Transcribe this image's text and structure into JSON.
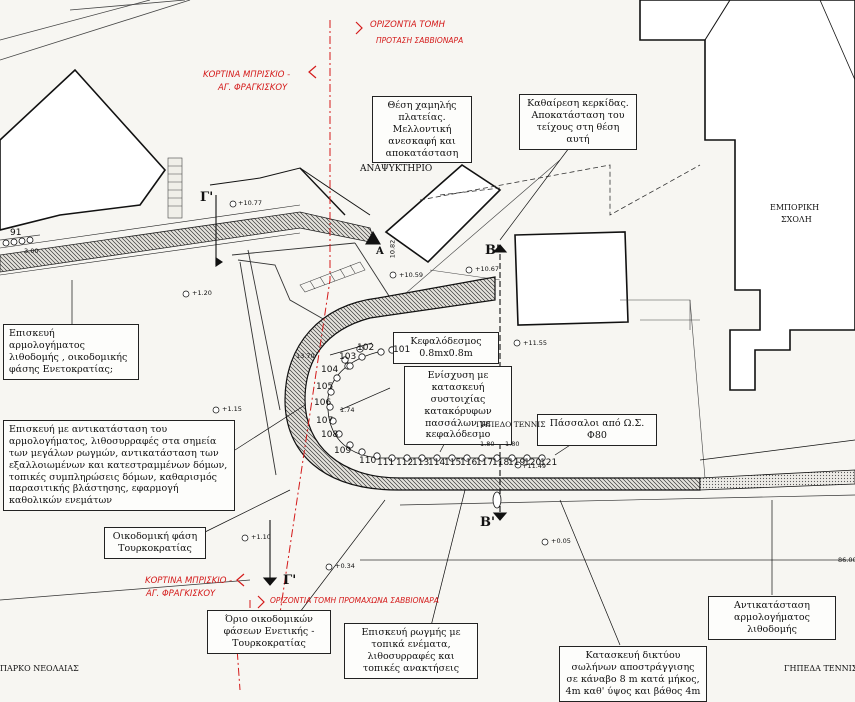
{
  "notes": {
    "platform": "Θέση χαμηλής πλατείας. Μελλοντική ανεσκαφή και αποκατάσταση",
    "removal": "Καθαίρεση κερκίδας. Αποκατάσταση του τείχους στη θέση αυτή",
    "repair_masonry": "Επισκευή αρμολογήματος λιθοδομής , οικοδομικής φάσης Ενετοκρατίας;",
    "replace_masonry": "Επισκευή με αντικατάσταση του αρμολογήματος, λιθοσυρραφές στα σημεία των μεγάλων ρωγμών, αντικατάσταση των εξαλλοιωμένων και κατεστραμμένων δόμων, τοπικές συμπληρώσεις δόμων, καθαρισμός παρασιτικής βλάστησης, εφαρμογή καθολικών ενεμάτων",
    "cap_beam": "Κεφαλόδεσμος 0.8mx0.8m",
    "reinforce": "Ενίσχυση με κατασκευή συστοιχίας κατακόρυφων πασσάλων με κεφαλόδεσμο",
    "piles": "Πάσσαλοι από Ω.Σ. Φ80",
    "ottoman_phase": "Οικοδομική φάση Τουρκοκρατίας",
    "phase_limit": "Όριο οικοδομικών φάσεων Ενετικής - Τουρκοκρατίας",
    "crack_repair": "Επισκευή ρωγμής με τοπικά ενέματα, λιθοσυρραφές και τοπικές ανακτήσεις",
    "drain_network": "Κατασκευή δικτύου σωλήνων αποστράγγισης σε κάναβο 8 m κατά μήκος, 4m καθ' ύψος και βάθος 4m",
    "replace_joint": "Αντικατάσταση αρμολογήματος λιθοδομής"
  },
  "labels": {
    "kiosk": "ΑΝΑΨΥΚΤΗΡΙΟ",
    "school_line1": "ΕΜΠΟΡΙΚΗ",
    "school_line2": "ΣΧΟΛΗ",
    "tennis_court": "ΓΗΠΕΔΟ ΤΕΝΝΙΣ",
    "tennis_courts": "ΓΗΠΕΔΑ ΤΕΝΝΙΣ",
    "youth_park": "ΠΑΡΚΟ ΝΕΟΛΑΙΑΣ"
  },
  "red_notes": {
    "section_top_1": "ΟΡΙΖΟΝΤΙΑ ΤΟΜΗ",
    "section_top_2": "ΠΡΟΤΑΣΗ ΣΑΒΒΙΟΝΑΡΑ",
    "curtain_top_1": "ΚΟΡΤΙΝΑ ΜΠΡΙΣΚΙΟ -",
    "curtain_top_2": "ΑΓ. ΦΡΑΓΚΙΣΚΟΥ",
    "curtain_bot_1": "ΚΟΡΤΙΝΑ ΜΠΡΙΣΚΙΟ -",
    "curtain_bot_2": "ΑΓ. ΦΡΑΓΚΙΣΚΟΥ",
    "section_bot": "ΟΡΙΖΟΝΤΙΑ ΤΟΜΗ ΠΡΟΜΑΧΩΝΑ ΣΑΒΒΙΟΝΑΡΑ"
  },
  "section_marks": {
    "g_top": "Γ'",
    "g_bot": "Γ'",
    "b_top": "Β'",
    "b_bot": "Β'",
    "a": "Α"
  },
  "levels": {
    "l1077": "+10.77",
    "l120": "+1.20",
    "l1059": "+10.59",
    "l1067": "+10.67",
    "l1155": "+11.55",
    "l115": "+1.15",
    "l1149": "+11.49",
    "l110": "+1.10",
    "l034": "+0.34",
    "l005": "+0.05",
    "l300": "3.00",
    "l1082": "10.82",
    "l1370": "13.70",
    "l174": "1.74",
    "l180a": "1.80",
    "l180b": "1.80",
    "l8600": "86.00"
  },
  "piles": {
    "label_91": "91",
    "numbers": [
      "101",
      "102",
      "103",
      "104",
      "105",
      "106",
      "107",
      "108",
      "109",
      "110",
      "111",
      "112",
      "113",
      "114",
      "115",
      "116",
      "117",
      "118",
      "119",
      "120",
      "121"
    ]
  },
  "colors": {
    "ink": "#1a1a1a",
    "paper": "#f7f6f2",
    "red": "#d41a1a",
    "hatch": "#555555"
  }
}
